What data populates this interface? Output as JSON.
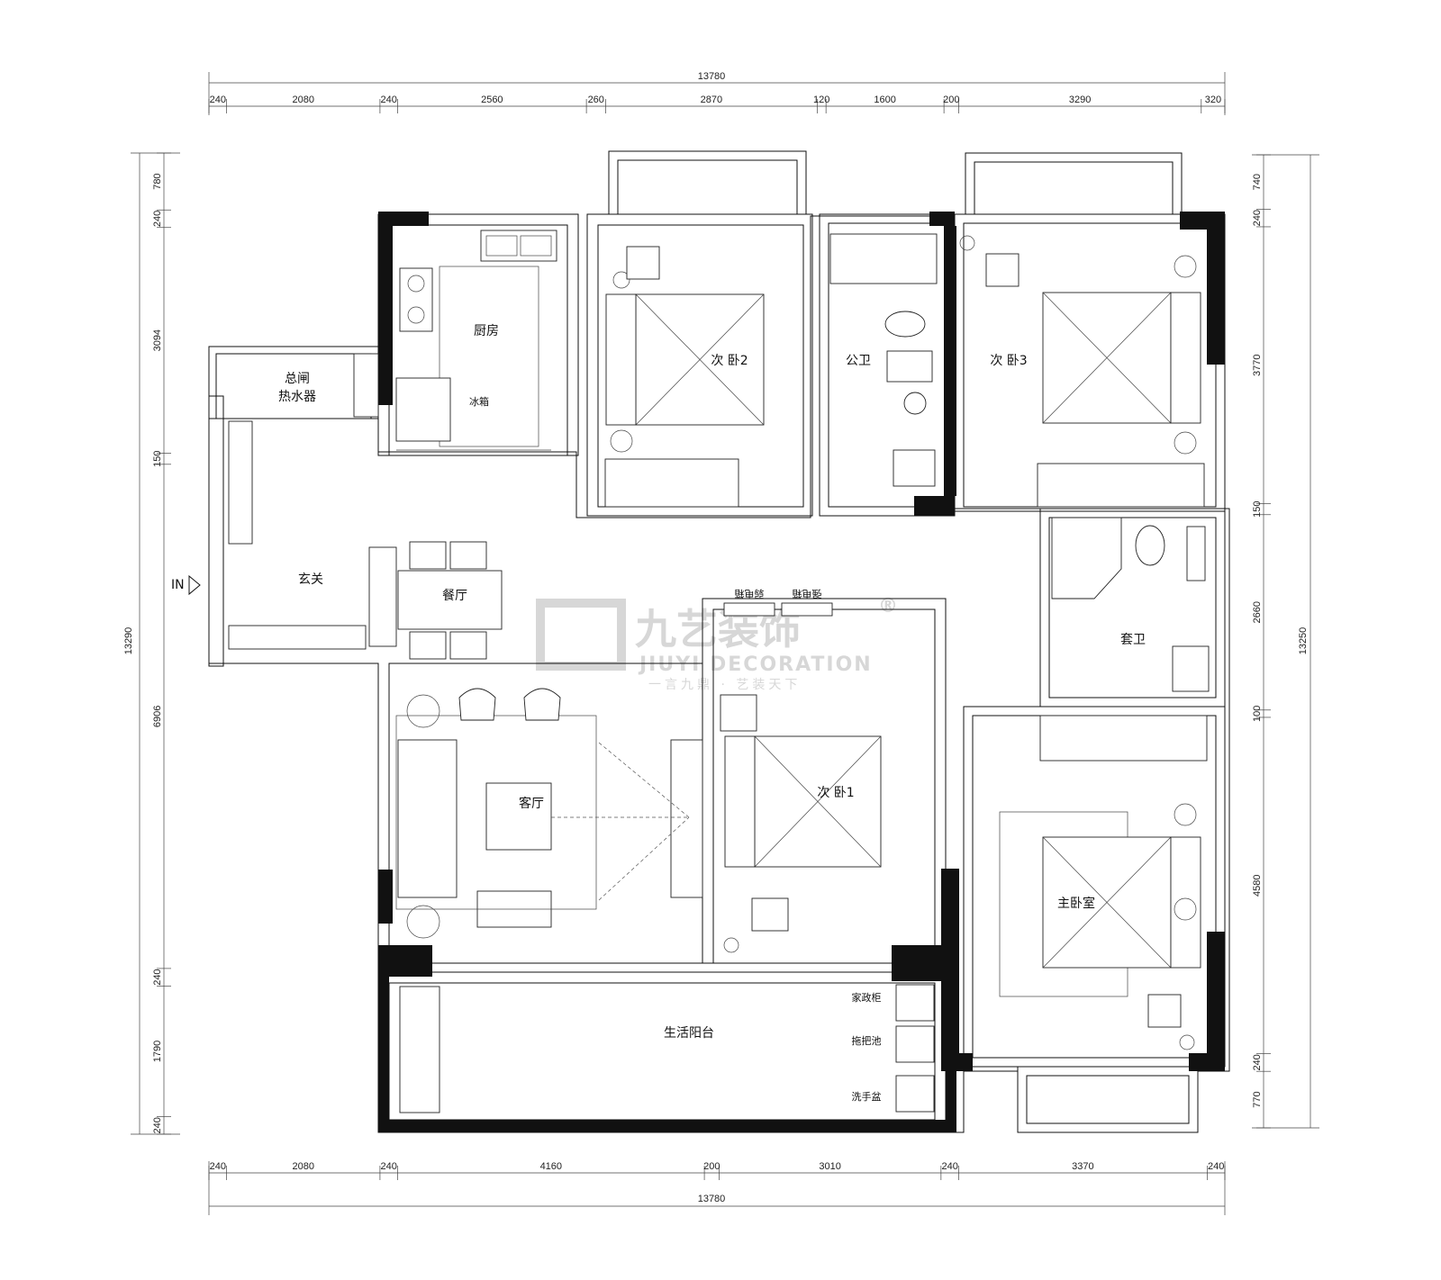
{
  "dimensions": {
    "top_total": "13780",
    "top_segments": [
      "240",
      "2080",
      "240",
      "2560",
      "260",
      "2870",
      "120",
      "1600",
      "200",
      "3290",
      "320"
    ],
    "bottom_total": "13780",
    "bottom_segments": [
      "240",
      "2080",
      "240",
      "4160",
      "200",
      "3010",
      "240",
      "3370",
      "240"
    ],
    "left_total": "13290",
    "left_segments": [
      "780",
      "240",
      "3094",
      "150",
      "6906",
      "240",
      "1790",
      "240"
    ],
    "right_total": "13250",
    "right_segments": [
      "740",
      "240",
      "3770",
      "150",
      "2660",
      "100",
      "4580",
      "240",
      "770"
    ]
  },
  "rooms": {
    "kitchen": "厨房",
    "bedroom2": "次 卧2",
    "public_bath": "公卫",
    "bedroom3": "次 卧3",
    "main_switch": "总闸",
    "water_heater": "热水器",
    "fridge": "冰箱",
    "foyer": "玄关",
    "dining": "餐厅",
    "living": "客厅",
    "bedroom1": "次 卧1",
    "ensuite": "套卫",
    "master": "主卧室",
    "balcony": "生活阳台"
  },
  "labels": {
    "weak_box": "弱电箱",
    "strong_box": "强电箱",
    "housekeeping": "家政柜",
    "mop_sink": "拖把池",
    "wash_basin": "洗手盆",
    "entry": "IN"
  },
  "watermark": {
    "brand_cn": "九艺装饰",
    "brand_en": "JIUYI DECORATION",
    "slogan": "一言九鼎 · 艺装天下",
    "reg": "®"
  },
  "colors": {
    "wall": "#111111",
    "watermark": "#d7d7d7"
  }
}
